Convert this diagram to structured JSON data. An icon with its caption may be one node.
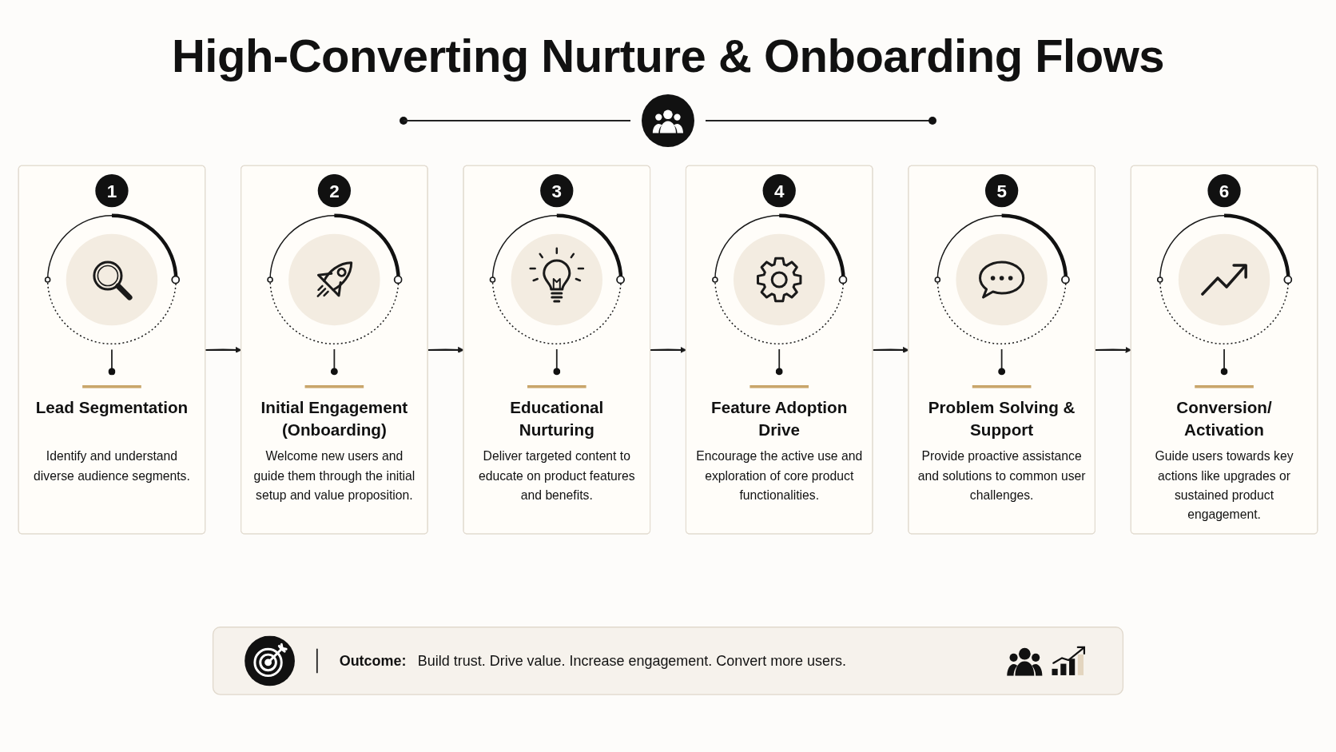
{
  "diagram": {
    "title": "High-Converting Nurture & Onboarding Flows",
    "nodes": [
      {
        "text": [
          "1",
          "Lead Segmentation",
          "Identify and understand diverse audience segments."
        ]
      },
      {
        "text": [
          "2",
          "Initial Engagement (Onboarding)",
          "Welcome new users and guide them through the initial setup and value proposition."
        ]
      },
      {
        "text": [
          "3",
          "Educational Nurturing",
          "Deliver targeted content to educate on product features and benefits."
        ]
      },
      {
        "text": [
          "4",
          "Feature Adoption Drive",
          "Encourage the active use and exploration of core product functionalities."
        ]
      },
      {
        "text": [
          "5",
          "Problem Solving & Support",
          "Provide proactive assistance and solutions to common user challenges."
        ]
      },
      {
        "text": [
          "6",
          "Conversion/ Activation",
          "Guide users towards key actions like upgrades or sustained product engagement."
        ]
      },
      {
        "text": [
          "Outcome:",
          "Build trust. Drive value. Increase engagement. Convert more users."
        ]
      }
    ],
    "edges": [
      {
        "from": 0,
        "to": 1,
        "arrow": "to"
      },
      {
        "from": 1,
        "to": 2,
        "arrow": "to"
      },
      {
        "from": 2,
        "to": 3,
        "arrow": "to"
      },
      {
        "from": 3,
        "to": 4,
        "arrow": "to"
      },
      {
        "from": 4,
        "to": 5,
        "arrow": "to"
      }
    ]
  }
}
